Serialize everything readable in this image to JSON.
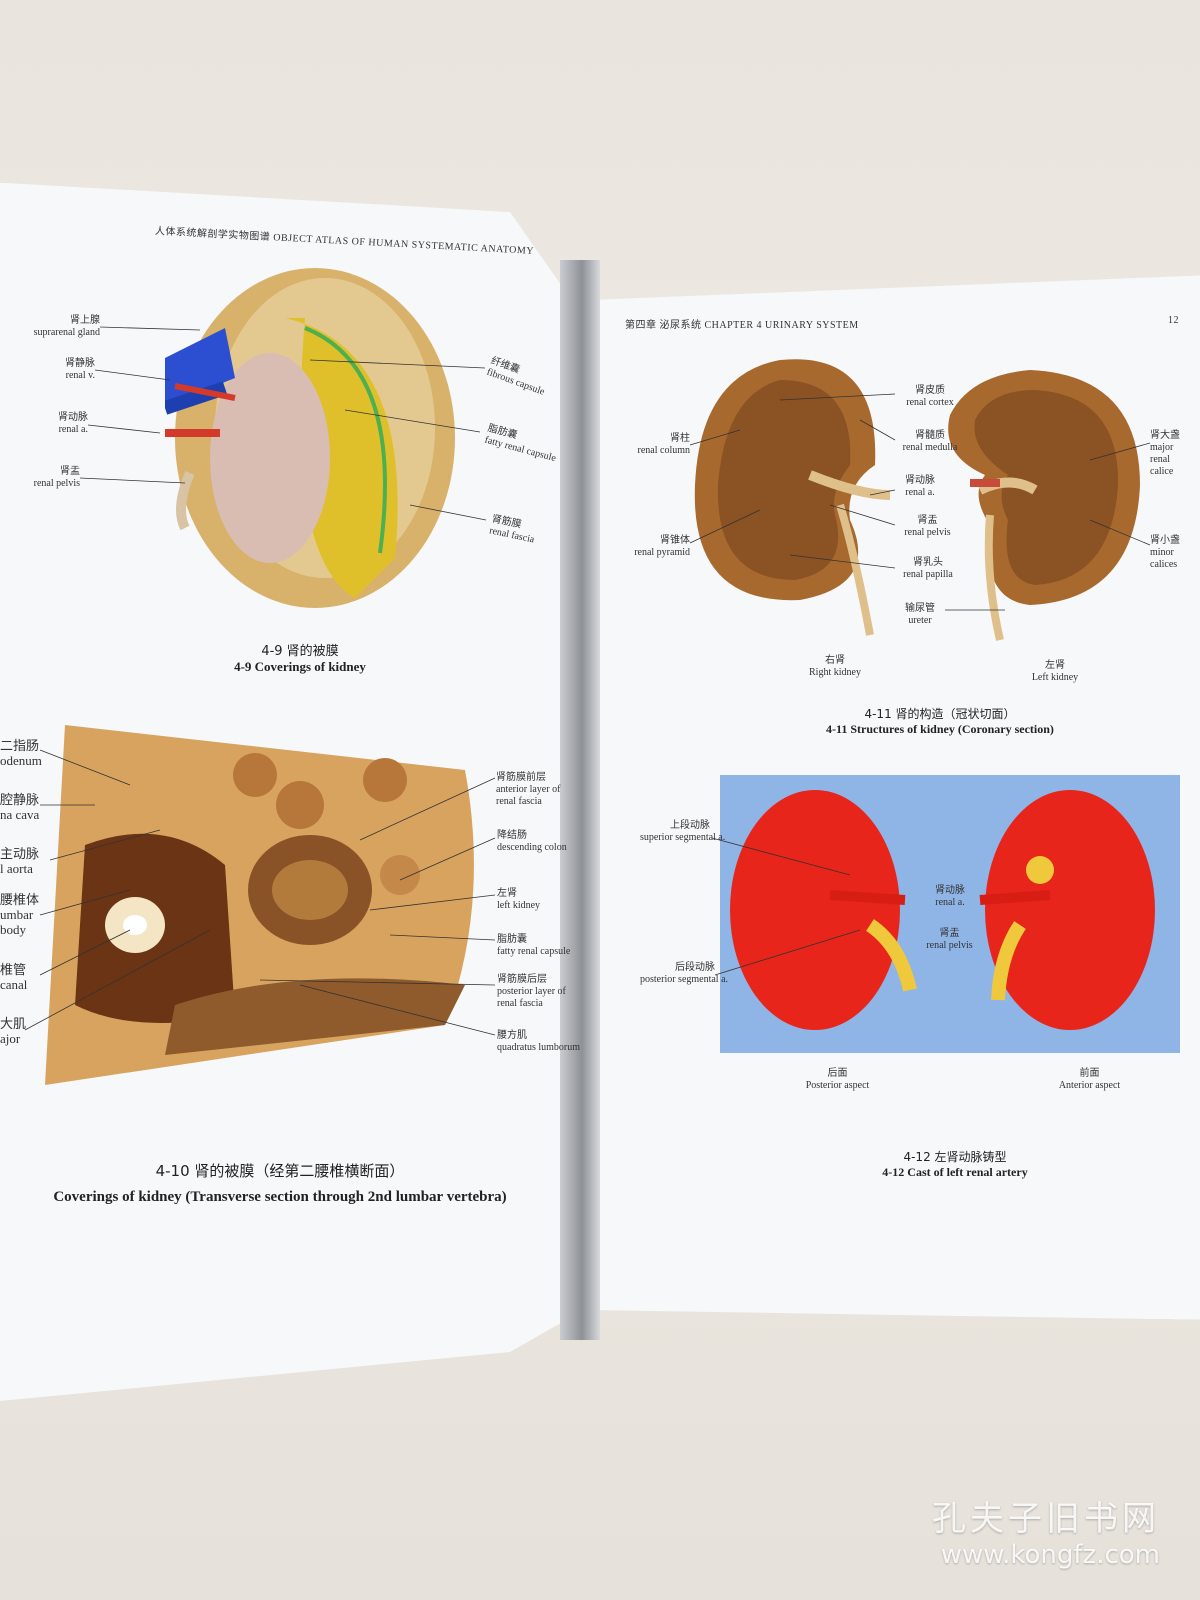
{
  "left_page": {
    "header": "人体系统解剖学实物图谱   OBJECT ATLAS OF HUMAN SYSTEMATIC ANATOMY",
    "fig_4_9": {
      "labels_left": [
        {
          "zh": "肾上腺",
          "en": "suprarenal gland"
        },
        {
          "zh": "肾静脉",
          "en": "renal v."
        },
        {
          "zh": "肾动脉",
          "en": "renal a."
        },
        {
          "zh": "肾盂",
          "en": "renal pelvis"
        }
      ],
      "labels_right": [
        {
          "zh": "纤维囊",
          "en": "fibrous capsule"
        },
        {
          "zh": "脂肪囊",
          "en": "fatty renal capsule"
        },
        {
          "zh": "肾筋膜",
          "en": "renal fascia"
        }
      ],
      "caption_zh": "4-9   肾的被膜",
      "caption_en": "4-9  Coverings of kidney"
    },
    "fig_4_10": {
      "labels_left": [
        {
          "zh": "二指肠",
          "en": "odenum"
        },
        {
          "zh": "腔静脉",
          "en": "na cava"
        },
        {
          "zh": "主动脉",
          "en": "l aorta"
        },
        {
          "zh": "腰椎体",
          "en": "umbar body"
        },
        {
          "zh": "椎管",
          "en": "canal"
        },
        {
          "zh": "大肌",
          "en": "ajor"
        }
      ],
      "labels_right": [
        {
          "zh": "肾筋膜前层",
          "en": "anterior layer of renal fascia"
        },
        {
          "zh": "降结肠",
          "en": "descending colon"
        },
        {
          "zh": "左肾",
          "en": "left kidney"
        },
        {
          "zh": "脂肪囊",
          "en": "fatty renal capsule"
        },
        {
          "zh": "肾筋膜后层",
          "en": "posterior layer of renal fascia"
        },
        {
          "zh": "腰方肌",
          "en": "quadratus lumborum"
        }
      ],
      "caption_zh": "4-10   肾的被膜（经第二腰椎横断面）",
      "caption_en": "Coverings of kidney (Transverse section through 2nd lumbar vertebra)"
    }
  },
  "right_page": {
    "header": "第四章   泌尿系统   CHAPTER 4   URINARY SYSTEM",
    "page_number": "12",
    "fig_4_11": {
      "labels_center": [
        {
          "zh": "肾皮质",
          "en": "renal cortex"
        },
        {
          "zh": "肾髓质",
          "en": "renal medulla"
        },
        {
          "zh": "肾动脉",
          "en": "renal a."
        },
        {
          "zh": "肾盂",
          "en": "renal pelvis"
        },
        {
          "zh": "肾乳头",
          "en": "renal papilla"
        },
        {
          "zh": "输尿管",
          "en": "ureter"
        }
      ],
      "labels_left": [
        {
          "zh": "肾柱",
          "en": "renal column"
        },
        {
          "zh": "肾锥体",
          "en": "renal pyramid"
        }
      ],
      "labels_right": [
        {
          "zh": "肾大盏",
          "en": "major renal calice"
        },
        {
          "zh": "肾小盏",
          "en": "minor calices"
        }
      ],
      "sub_left": {
        "zh": "右肾",
        "en": "Right kidney"
      },
      "sub_right": {
        "zh": "左肾",
        "en": "Left kidney"
      },
      "caption_zh": "4-11   肾的构造（冠状切面）",
      "caption_en": "4-11  Structures of kidney (Coronary section)"
    },
    "fig_4_12": {
      "labels_left": [
        {
          "zh": "上段动脉",
          "en": "superior segmental a."
        },
        {
          "zh": "后段动脉",
          "en": "posterior segmental a."
        }
      ],
      "labels_center": [
        {
          "zh": "肾动脉",
          "en": "renal a."
        },
        {
          "zh": "肾盂",
          "en": "renal pelvis"
        }
      ],
      "sub_left": {
        "zh": "后面",
        "en": "Posterior aspect"
      },
      "sub_right": {
        "zh": "前面",
        "en": "Anterior aspect"
      },
      "caption_zh": "4-12   左肾动脉铸型",
      "caption_en": "4-12  Cast of left renal artery"
    }
  },
  "watermark": {
    "title": "孔夫子旧书网",
    "url": "www.kongfz.com"
  }
}
